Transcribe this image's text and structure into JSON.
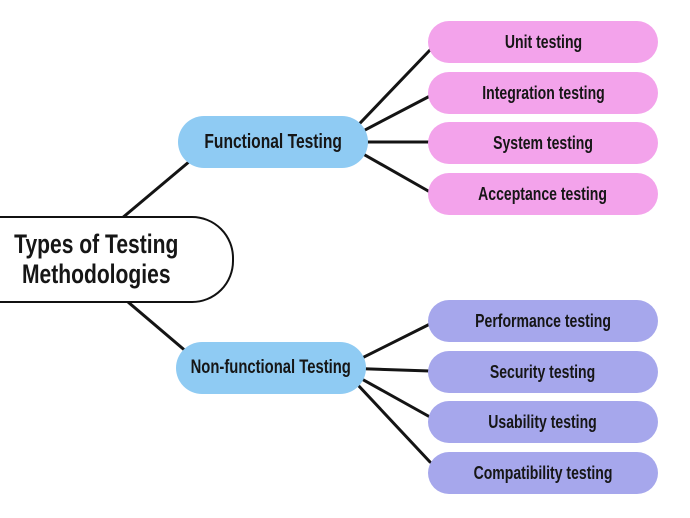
{
  "root": {
    "lines": [
      "Types of Testing",
      "Methodologies"
    ]
  },
  "branches": [
    {
      "label": "Functional Testing",
      "children": [
        "Unit testing",
        "Integration testing",
        "System testing",
        "Acceptance testing"
      ]
    },
    {
      "label": "Non-functional Testing",
      "children": [
        "Performance testing",
        "Security testing",
        "Usability testing",
        "Compatibility testing"
      ]
    }
  ],
  "colors": {
    "branch_fill": "#8FCBF3",
    "functional_child_fill": "#F3A3EB",
    "nonfunctional_child_fill": "#A6A7EC",
    "root_fill": "#FFFFFF",
    "root_border": "#111111",
    "line": "#141414",
    "text": "#161616"
  }
}
